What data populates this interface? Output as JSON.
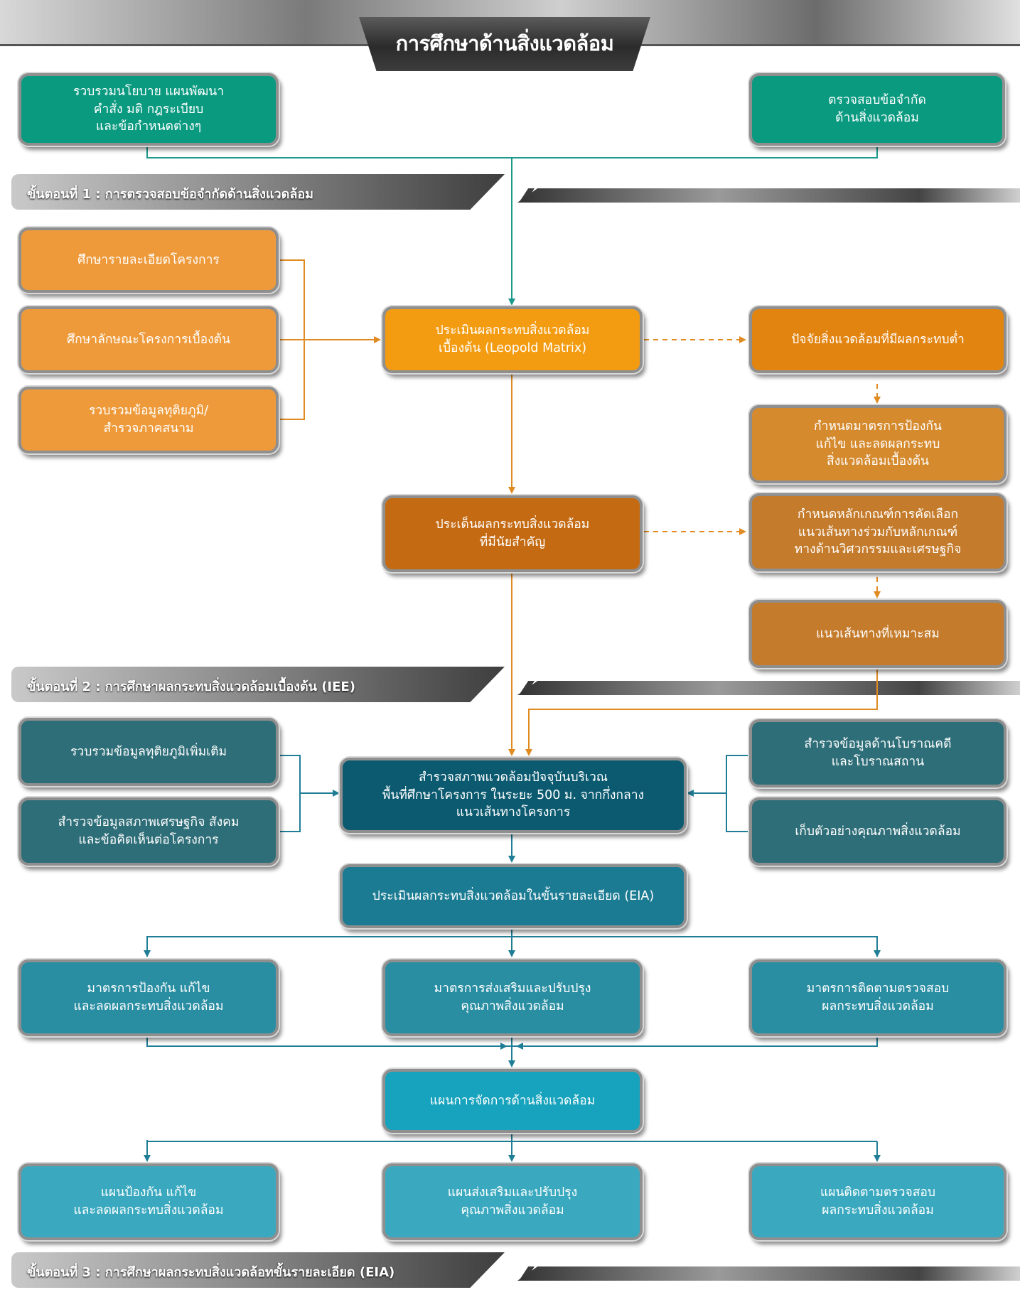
{
  "title": "การศึกษาด้านสิ่งแวดล้อม",
  "stages": {
    "s1": "ขั้นตอนที่ 1 : การตรวจสอบข้อจำกัดด้านสิ่งแวดล้อม",
    "s2": "ขั้นตอนที่ 2 : การศึกษาผลกระทบสิ่งแวดล้อมเบื้องต้น (IEE)",
    "s3": "ขั้นตอนที่ 3 : การศึกษาผลกระทบสิ่งแวดล้อทขั้นรายละเอียด (EIA)"
  },
  "boxes": {
    "policy": "รวบรวมนโยบาย แผนพัฒนา\nคำสั่ง มติ กฎระเบียบ\nและข้อกำหนดต่างๆ",
    "constraints": "ตรวจสอบข้อจำกัด\nด้านสิ่งแวดล้อม",
    "study_details": "ศึกษารายละเอียดโครงการ",
    "study_features": "ศึกษาลักษณะโครงการเบื้องต้น",
    "collect_secondary": "รวบรวมข้อมูลทุติยภูมิ/\nสำรวจภาคสนาม",
    "assess_initial": "ประเมินผลกระทบสิ่งแวดล้อม\nเบื้องต้น (Leopold Matrix)",
    "low_impact": "ปัจจัยสิ่งแวดล้อมที่มีผลกระทบต่ำ",
    "initial_measures": "กำหนดมาตรการป้องกัน\nแก้ไข และลดผลกระทบ\nสิ่งแวดล้อมเบื้องต้น",
    "significant_issues": "ประเด็นผลกระทบสิ่งแวดล้อม\nที่มีนัยสำคัญ",
    "route_criteria": "กำหนดหลักเกณฑ์การคัดเลือก\nแนวเส้นทางร่วมกับหลักเกณฑ์\nทางด้านวิศวกรรมและเศรษฐกิจ",
    "suitable_route": "แนวเส้นทางที่เหมาะสม",
    "collect_more": "รวบรวมข้อมูลทุติยภูมิเพิ่มเติม",
    "socioeconomic": "สำรวจข้อมูลสภาพเศรษฐกิจ สังคม\nและข้อคิดเห็นต่อโครงการ",
    "survey_current": "สำรวจสภาพแวดล้อมปัจจุบันบริเวณ\nพื้นที่ศึกษาโครงการ ในระยะ 500 ม. จากกึ่งกลาง\nแนวเส้นทางโครงการ",
    "archaeology": "สำรวจข้อมูลด้านโบราณคดี\nและโบราณสถาน",
    "samples": "เก็บตัวอย่างคุณภาพสิ่งแวดล้อม",
    "eia_assess": "ประเมินผลกระทบสิ่งแวดล้อมในขั้นรายละเอียด (EIA)",
    "m_prevent": "มาตรการป้องกัน แก้ไข\nและลดผลกระทบสิ่งแวดล้อม",
    "m_promote": "มาตรการส่งเสริมและปรับปรุง\nคุณภาพสิ่งแวดล้อม",
    "m_monitor": "มาตรการติดตามตรวจสอบ\nผลกระทบสิ่งแวดล้อม",
    "mgmt_plan": "แผนการจัดการด้านสิ่งแวดล้อม",
    "p_prevent": "แผนป้องกัน แก้ไข\nและลดผลกระทบสิ่งแวดล้อม",
    "p_promote": "แผนส่งเสริมและปรับปรุง\nคุณภาพสิ่งแวดล้อม",
    "p_monitor": "แผนติดตามตรวจสอบ\nผลกระทบสิ่งแวดล้อม"
  },
  "colors": {
    "green": "#0a9a80",
    "orange_light": "#ee9a3a",
    "orange": "#f39c12",
    "orange_mid": "#d58a2e",
    "orange_dark": "#c46a12",
    "teal_dark": "#2e6e78",
    "navy_teal": "#0b5a70",
    "teal_mid": "#1b7b93",
    "teal": "#2a8ea3",
    "cyan": "#17a3bd",
    "cyan_light": "#3aa9bf",
    "line_green": "#1b9a8c",
    "line_orange": "#e08a22",
    "line_teal": "#1f7e96"
  }
}
